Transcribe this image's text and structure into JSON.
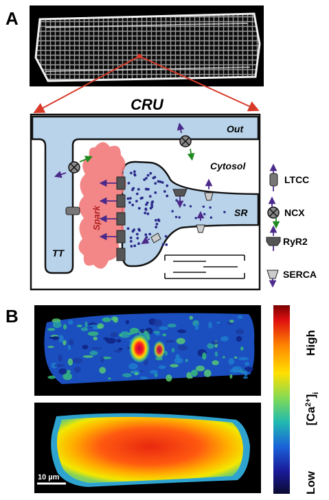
{
  "panel_a": {
    "label": "A",
    "cru_title": "CRU",
    "compartments": {
      "out": "Out",
      "cytosol": "Cytosol",
      "sr": "SR",
      "tt": "TT",
      "spark": "Spark"
    },
    "legend": [
      {
        "id": "ltcc",
        "label": "LTCC",
        "icon": "ltcc-channel-icon"
      },
      {
        "id": "ncx",
        "label": "NCX",
        "icon": "ncx-exchanger-icon"
      },
      {
        "id": "ryr2",
        "label": "RyR2",
        "icon": "ryr2-receptor-icon"
      },
      {
        "id": "serca",
        "label": "SERCA",
        "icon": "serca-pump-icon"
      }
    ],
    "colors": {
      "membrane_fill": "#b9d3ea",
      "spark": "#f27a7a",
      "arrow_purple": "#4b2a8a",
      "arrow_green": "#1f8a1f",
      "connector_red": "#d83a2a"
    }
  },
  "panel_b": {
    "label": "B",
    "scalebar": "10 µm",
    "colorbar": {
      "high": "High",
      "low": "Low",
      "quantity_base": "[Ca",
      "quantity_sup": "2+",
      "quantity_close": "]",
      "quantity_sub": "i",
      "colors": [
        "#7a0000",
        "#e01010",
        "#ff8a00",
        "#ffe000",
        "#7cd95a",
        "#20b9b0",
        "#1a62d9",
        "#1a1a9a",
        "#0a0a30"
      ]
    }
  }
}
